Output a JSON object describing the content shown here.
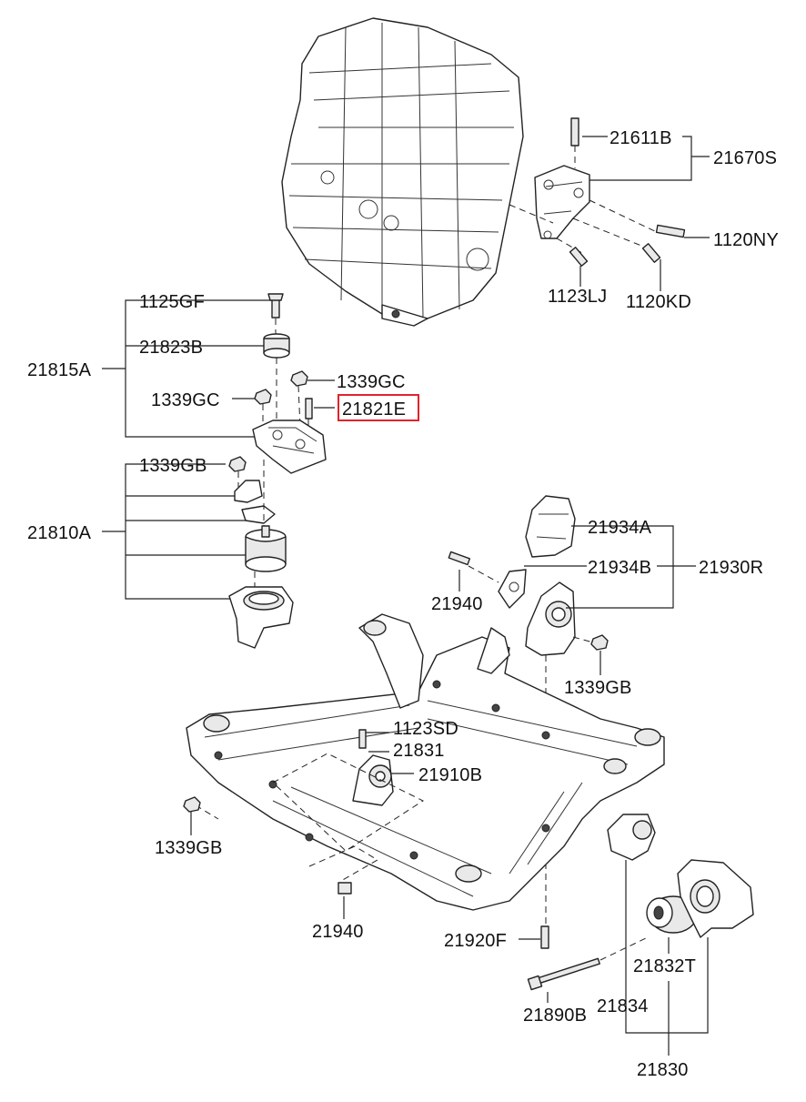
{
  "highlight_color": "#e0242a",
  "labels": {
    "p21611B": "21611B",
    "p21670S": "21670S",
    "p1120NY": "1120NY",
    "p1123LJ": "1123LJ",
    "p1120KD": "1120KD",
    "p1125GF": "1125GF",
    "p21823B": "21823B",
    "p21815A": "21815A",
    "p1339GC_r": "1339GC",
    "p1339GC_l": "1339GC",
    "p21821E": "21821E",
    "p1339GB_top": "1339GB",
    "p21810A": "21810A",
    "p21934A": "21934A",
    "p21934B": "21934B",
    "p21930R": "21930R",
    "p21940_top": "21940",
    "p1339GB_mid": "1339GB",
    "p1123SD": "1123SD",
    "p21831": "21831",
    "p21910B": "21910B",
    "p1339GB_left": "1339GB",
    "p21940_bot": "21940",
    "p21920F": "21920F",
    "p21832T": "21832T",
    "p21890B": "21890B",
    "p21834": "21834",
    "p21830": "21830"
  },
  "icons": {
    "engine": "engine-block-icon",
    "bracket": "mounting-bracket-icon",
    "mount": "rubber-mount-icon",
    "bolt": "bolt-icon",
    "nut": "nut-icon",
    "subframe": "crossmember-subframe-icon"
  }
}
